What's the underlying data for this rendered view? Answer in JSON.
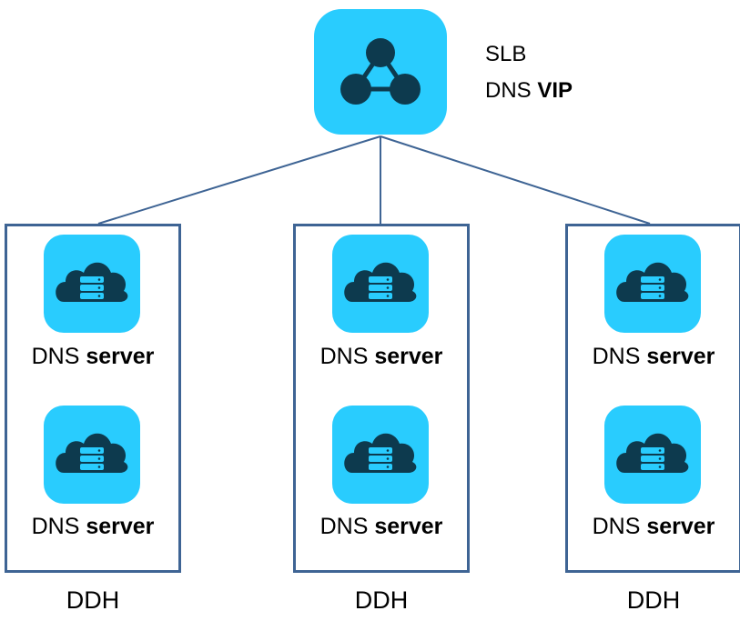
{
  "diagram": {
    "load_balancer": {
      "icon": "network-nodes-icon",
      "label_line1": "SLB",
      "label_line2_prefix": "DNS ",
      "label_line2_bold": "VIP"
    },
    "groups": [
      {
        "label": "DDH",
        "servers": [
          {
            "icon": "cloud-server-icon",
            "label_prefix": "DNS ",
            "label_bold": "server"
          },
          {
            "icon": "cloud-server-icon",
            "label_prefix": "DNS ",
            "label_bold": "server"
          }
        ]
      },
      {
        "label": "DDH",
        "servers": [
          {
            "icon": "cloud-server-icon",
            "label_prefix": "DNS ",
            "label_bold": "server"
          },
          {
            "icon": "cloud-server-icon",
            "label_prefix": "DNS ",
            "label_bold": "server"
          }
        ]
      },
      {
        "label": "DDH",
        "servers": [
          {
            "icon": "cloud-server-icon",
            "label_prefix": "DNS ",
            "label_bold": "server"
          },
          {
            "icon": "cloud-server-icon",
            "label_prefix": "DNS ",
            "label_bold": "server"
          }
        ]
      }
    ],
    "colors": {
      "tile": "#29CCFE",
      "glyph": "#0D3A4E",
      "connector": "#3E6494"
    }
  }
}
